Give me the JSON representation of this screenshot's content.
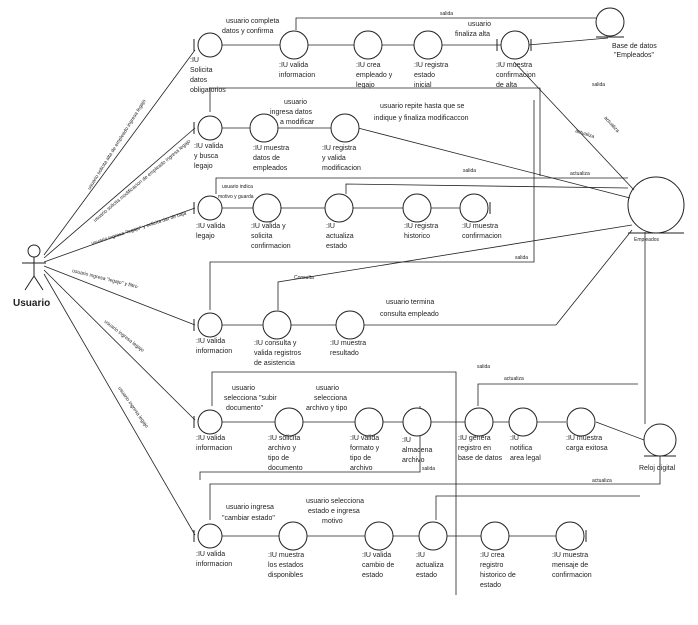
{
  "actor": {
    "label": "Usuario"
  },
  "entities": {
    "db": {
      "label": "Base de datos \"Empleados\""
    },
    "empleados": {
      "label": "Empleados"
    },
    "reloj": {
      "label": "Reloj digital"
    }
  },
  "flows": [
    {
      "id": "alta",
      "actor_msg": "usuario solicita alta de empleado ingresa legajo",
      "nodes": [
        {
          "label": ":IU Solicita datos obligatorios"
        },
        {
          "label": ":IU valida informacion"
        },
        {
          "label": ":IU crea empleado y legajo"
        },
        {
          "label": ":IU registra estado inicial"
        },
        {
          "label": ":IU muestra confirmacion de alta"
        }
      ],
      "notes": [
        "usuario completa datos y confirma",
        "usuario finaliza alta"
      ]
    },
    {
      "id": "modificacion",
      "actor_msg": "usuario solicita modificacion de empleado ingresa legajo",
      "nodes": [
        {
          "label": ":IU valida y busca legajo"
        },
        {
          "label": ":IU muestra datos de empleados"
        },
        {
          "label": ":IU registra y valida modificacion"
        }
      ],
      "notes": [
        "usuario ingresa datos a modificar",
        "usuario repite hasta que se indique y finaliza modificaccon"
      ]
    },
    {
      "id": "baja",
      "actor_msg": "usuario ingresa \"legajo\" y solicita dar de baja",
      "nodes": [
        {
          "label": ":IU valida legajo"
        },
        {
          "label": ":IU valida y solicita confirmacion"
        },
        {
          "label": ":IU actualiza estado"
        },
        {
          "label": ":IU registra historico"
        },
        {
          "label": ":IU muestra confirmacion"
        }
      ],
      "notes": [
        "usuario indica motivo y guarda"
      ]
    },
    {
      "id": "consulta",
      "actor_msg": "usuario ingresa \"legajo\" y filtro",
      "nodes": [
        {
          "label": ":IU valida informacion"
        },
        {
          "label": ":IU consulta y valida registros de asistencia"
        },
        {
          "label": ":IU muestra resultado"
        }
      ],
      "notes": [
        "usuario termina consulta empleado"
      ]
    },
    {
      "id": "documento",
      "actor_msg": "usuario ingresa legajo",
      "nodes": [
        {
          "label": ":IU valida informacion"
        },
        {
          "label": ":IU solicita archivo y tipo de documento"
        },
        {
          "label": ":IU valida formato y tipo de archivo"
        },
        {
          "label": ":IU almacena archivo"
        },
        {
          "label": ":IU genera registro en base de datos"
        },
        {
          "label": ":IU notifica area legal"
        },
        {
          "label": ":IU muestra carga exitosa"
        }
      ],
      "notes": [
        "usuario selecciona \"subir documento\"",
        "usuario selecciona archivo y tipo"
      ]
    },
    {
      "id": "estado",
      "actor_msg": "usuario ingresa legajo",
      "nodes": [
        {
          "label": ":IU valida informacion"
        },
        {
          "label": ":IU muestra los estados disponibles"
        },
        {
          "label": ":IU valida cambio de estado"
        },
        {
          "label": ":IU actualiza estado"
        },
        {
          "label": ":IU crea registro historico de estado"
        },
        {
          "label": ":IU muestra mensaje de confirmacion"
        }
      ],
      "notes": [
        "usuario ingresa \"cambiar estado\"",
        "usuario selecciona estado e ingresa motivo"
      ]
    }
  ],
  "edge_labels": {
    "salida": "salida",
    "actualiza": "actualiza",
    "consulta": "Consulta"
  }
}
